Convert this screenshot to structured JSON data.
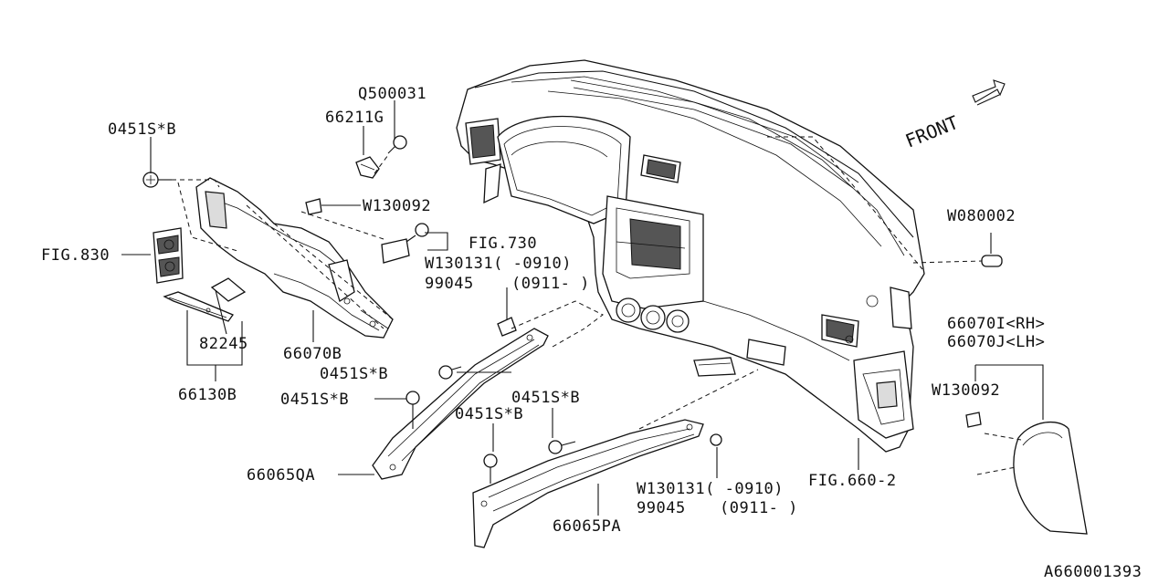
{
  "labels": {
    "q500031": "Q500031",
    "p66211g": "66211G",
    "p0451sb_top": "0451S*B",
    "w130092_top": "W130092",
    "fig830": "FIG.830",
    "fig730": "FIG.730",
    "w130131_top": "W130131( -0910)",
    "p99045_top": "99045",
    "p0911_top": "(0911- )",
    "p82245": "82245",
    "p66070b": "66070B",
    "p66130b": "66130B",
    "p0451sb_mid": "0451S*B",
    "p0451sb_left": "0451S*B",
    "p0451sb_mid2": "0451S*B",
    "p0451sb_right": "0451S*B",
    "p66065qa": "66065QA",
    "p66065pa": "66065PA",
    "w130131_bot": "W130131( -0910)",
    "p99045_bot": "99045",
    "p0911_bot": "(0911- )",
    "fig660": "FIG.660-2",
    "w080002": "W080002",
    "p66070i": "66070I<RH>",
    "p66070j": "66070J<LH>",
    "w130092_right": "W130092",
    "front": "FRONT",
    "diagram_id": "A660001393"
  }
}
